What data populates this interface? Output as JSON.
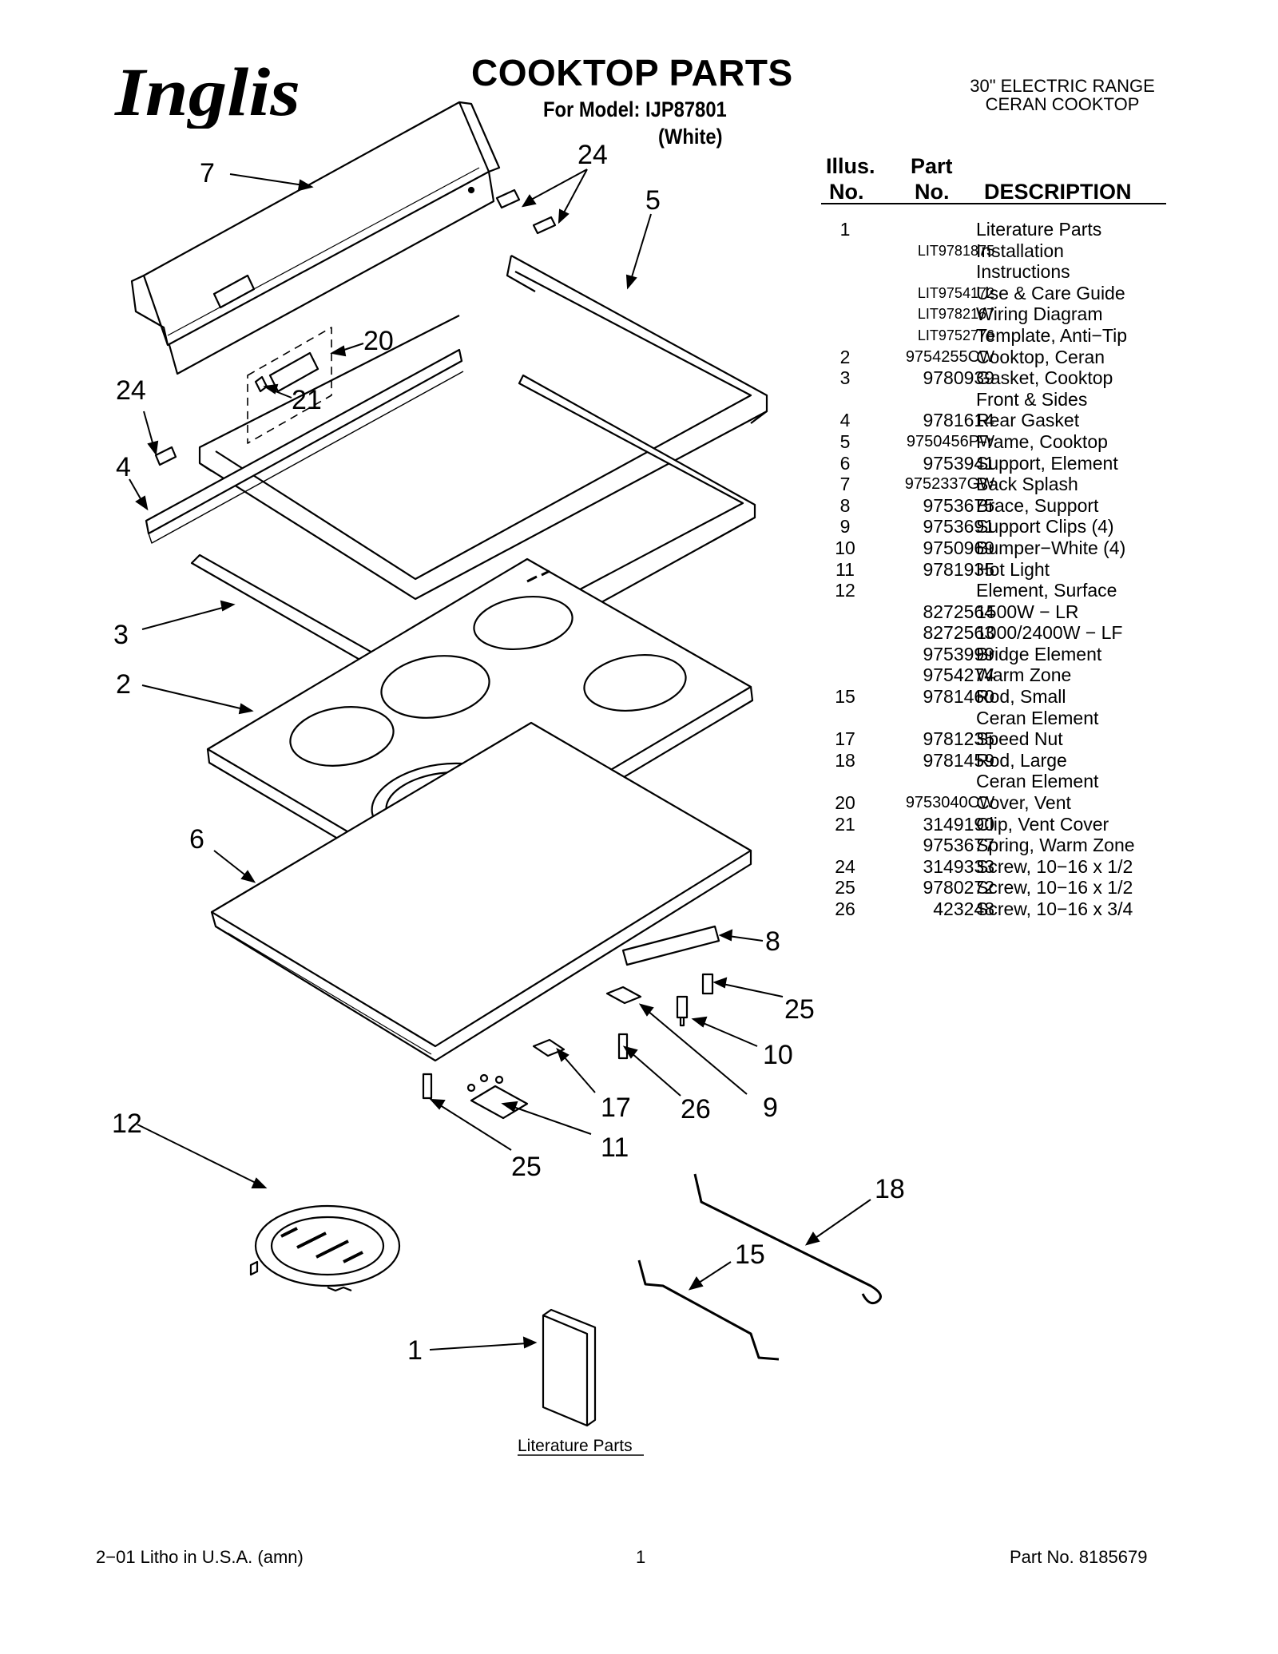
{
  "header": {
    "brand": "Inglis",
    "title": "COOKTOP PARTS",
    "model_line": "For Model: IJP87801",
    "color_line": "(White)",
    "product_line1": "30\" ELECTRIC RANGE",
    "product_line2": "CERAN COOKTOP"
  },
  "table": {
    "col_illus_1": "Illus.",
    "col_illus_2": "No.",
    "col_part_1": "Part",
    "col_part_2": "No.",
    "col_desc": "DESCRIPTION",
    "rows": [
      {
        "illus": "1",
        "part": "",
        "desc": "Literature Parts"
      },
      {
        "illus": "",
        "part": "LIT9781875",
        "desc": "Installation"
      },
      {
        "illus": "",
        "part": "",
        "desc": "Instructions"
      },
      {
        "illus": "",
        "part": "LIT9754172",
        "desc": "Use & Care Guide"
      },
      {
        "illus": "",
        "part": "LIT9782167",
        "desc": "Wiring Diagram"
      },
      {
        "illus": "",
        "part": "LIT9752776",
        "desc": "Template, Anti−Tip"
      },
      {
        "illus": "2",
        "part": "9754255CW",
        "desc": "Cooktop, Ceran"
      },
      {
        "illus": "3",
        "part": "9780939",
        "desc": "Gasket, Cooktop"
      },
      {
        "illus": "",
        "part": "",
        "desc": "Front & Sides"
      },
      {
        "illus": "4",
        "part": "9781614",
        "desc": "Rear Gasket"
      },
      {
        "illus": "5",
        "part": "9750456PW",
        "desc": "Frame, Cooktop"
      },
      {
        "illus": "6",
        "part": "9753941",
        "desc": "Support, Element"
      },
      {
        "illus": "7",
        "part": "9752337GW",
        "desc": "Back Splash"
      },
      {
        "illus": "8",
        "part": "9753675",
        "desc": "Brace, Support"
      },
      {
        "illus": "9",
        "part": "9753691",
        "desc": "Support Clips (4)"
      },
      {
        "illus": "10",
        "part": "9750969",
        "desc": "Bumper−White (4)"
      },
      {
        "illus": "11",
        "part": "9781935",
        "desc": "Hot Light"
      },
      {
        "illus": "12",
        "part": "",
        "desc": "Element, Surface"
      },
      {
        "illus": "",
        "part": "8272564",
        "desc": "1500W − LR"
      },
      {
        "illus": "",
        "part": "8272563",
        "desc": "1000/2400W − LF"
      },
      {
        "illus": "",
        "part": "9753999",
        "desc": "Bridge Element"
      },
      {
        "illus": "",
        "part": "9754274",
        "desc": "Warm Zone"
      },
      {
        "illus": "15",
        "part": "9781460",
        "desc": "Rod, Small"
      },
      {
        "illus": "",
        "part": "",
        "desc": "Ceran Element"
      },
      {
        "illus": "17",
        "part": "9781235",
        "desc": "Speed Nut"
      },
      {
        "illus": "18",
        "part": "9781459",
        "desc": "Rod, Large"
      },
      {
        "illus": "",
        "part": "",
        "desc": "Ceran Element"
      },
      {
        "illus": "20",
        "part": "9753040CW",
        "desc": "Cover, Vent"
      },
      {
        "illus": "21",
        "part": "3149190",
        "desc": "Clip, Vent Cover"
      },
      {
        "illus": "",
        "part": "9753677",
        "desc": "Spring, Warm Zone"
      },
      {
        "illus": "24",
        "part": "3149333",
        "desc": "Screw, 10−16 x 1/2"
      },
      {
        "illus": "25",
        "part": "9780272",
        "desc": "Screw, 10−16 x 1/2"
      },
      {
        "illus": "26",
        "part": "423248",
        "desc": "Screw, 10−16 x 3/4"
      }
    ]
  },
  "diagram": {
    "callouts": {
      "c7": "7",
      "c24a": "24",
      "c5": "5",
      "c20": "20",
      "c24b": "24",
      "c21": "21",
      "c4": "4",
      "c3": "3",
      "c2": "2",
      "c6": "6",
      "c8": "8",
      "c25a": "25",
      "c10": "10",
      "c9": "9",
      "c26": "26",
      "c17": "17",
      "c11": "11",
      "c25b": "25",
      "c12": "12",
      "c18": "18",
      "c15": "15",
      "c1": "1"
    },
    "literature_label": "Literature Parts"
  },
  "footer": {
    "left": "2−01 Litho in U.S.A. (amn)",
    "center": "1",
    "right": "Part No. 8185679"
  }
}
